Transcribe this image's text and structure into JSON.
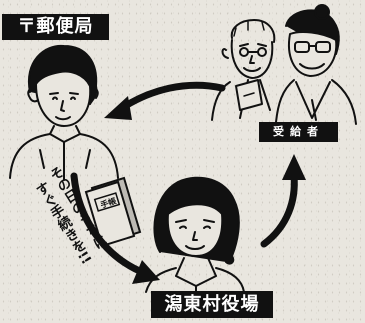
{
  "labels": {
    "post_office": "〒郵便局",
    "recipient": "受給者",
    "village_office": "潟東村役場",
    "booklet": "手帳"
  },
  "message": {
    "line1": "その日のうちに",
    "line2": "すぐ手続きを!!"
  },
  "icons": {
    "arrow_village_to_recipient": "curved-arrow-up-icon",
    "arrow_recipient_to_post": "curved-arrow-left-icon",
    "arrow_post_to_village": "curved-arrow-down-icon"
  },
  "colors": {
    "ink": "#111111",
    "paper": "#e9e6df"
  }
}
